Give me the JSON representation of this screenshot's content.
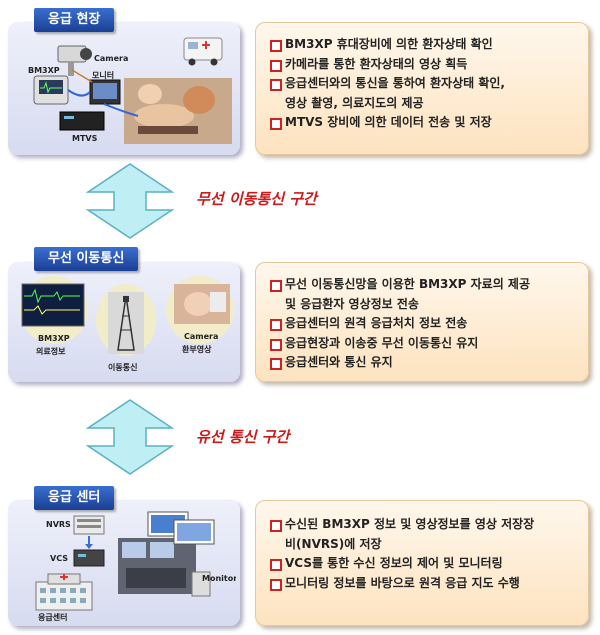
{
  "sections": [
    {
      "title": "응급 현장",
      "bullets": [
        "BM3XP 휴대장비에 의한 환자상태 확인",
        "카메라를 통한 환자상태의 영상 획득",
        "응급센터와의 통신을 통하여 환자상태 확인,",
        "영상 촬영, 의료지도의 제공",
        "MTVS 장비에 의한 데이터 전송 및 저장"
      ],
      "image_labels": {
        "camera": "Camera",
        "monitor": "모니터",
        "bm3xp": "BM3XP",
        "mtvs": "MTVS"
      }
    },
    {
      "title": "무선 이동통신",
      "bullets": [
        "무선 이동통신망을 이용한 BM3XP 자료의 제공",
        "및  응급환자 영상정보 전송",
        "응급센터의 원격 응급처치 정보 전송",
        "응급현장과 이송중 무선 이동통신 유지",
        "응급센터와 통신 유지"
      ],
      "image_labels": {
        "bm3xp_1": "BM3XP",
        "bm3xp_2": "의료정보",
        "mobile": "이동통신",
        "camera_1": "Camera",
        "camera_2": "환부영상"
      }
    },
    {
      "title": "응급 센터",
      "bullets": [
        "수신된 BM3XP 정보 및 영상정보를 영상 저장장",
        "비(NVRS)에 저장",
        "VCS를 통한 수신 정보의 제어 및 모니터링",
        "모니터링 정보를 바탕으로 원격 응급 지도 수행"
      ],
      "image_labels": {
        "nvrs": "NVRS",
        "vcs": "VCS",
        "monitor": "Monitor",
        "center": "응급센터"
      }
    }
  ],
  "connectors": [
    {
      "label": "무선 이동통신 구간"
    },
    {
      "label": "유선 통신 구간"
    }
  ],
  "colors": {
    "title_bg": "#1b3f93",
    "bullet_marker": "#cc2222",
    "connector_label": "#cc1a1a",
    "arrow_fill": "#bfeff5"
  }
}
